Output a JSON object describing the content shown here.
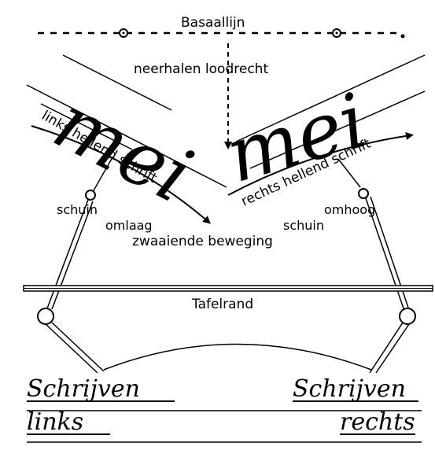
{
  "diagram": {
    "baseline_label": "Basaallijn",
    "center_label": "neerhalen loodrecht",
    "word_left": "mei",
    "word_right": "mei",
    "left_slant_label": "links hellend schrift",
    "right_slant_label": "rechts hellend schrift",
    "left_motion": [
      "schuin",
      "omlaag"
    ],
    "right_motion": [
      "omhoog",
      "schuin"
    ],
    "motion_label": "zwaaiende beweging",
    "table_edge_label": "Tafelrand",
    "bottom_left": [
      "Schrijven",
      "links"
    ],
    "bottom_right": [
      "Schrijven",
      "rechts"
    ]
  }
}
